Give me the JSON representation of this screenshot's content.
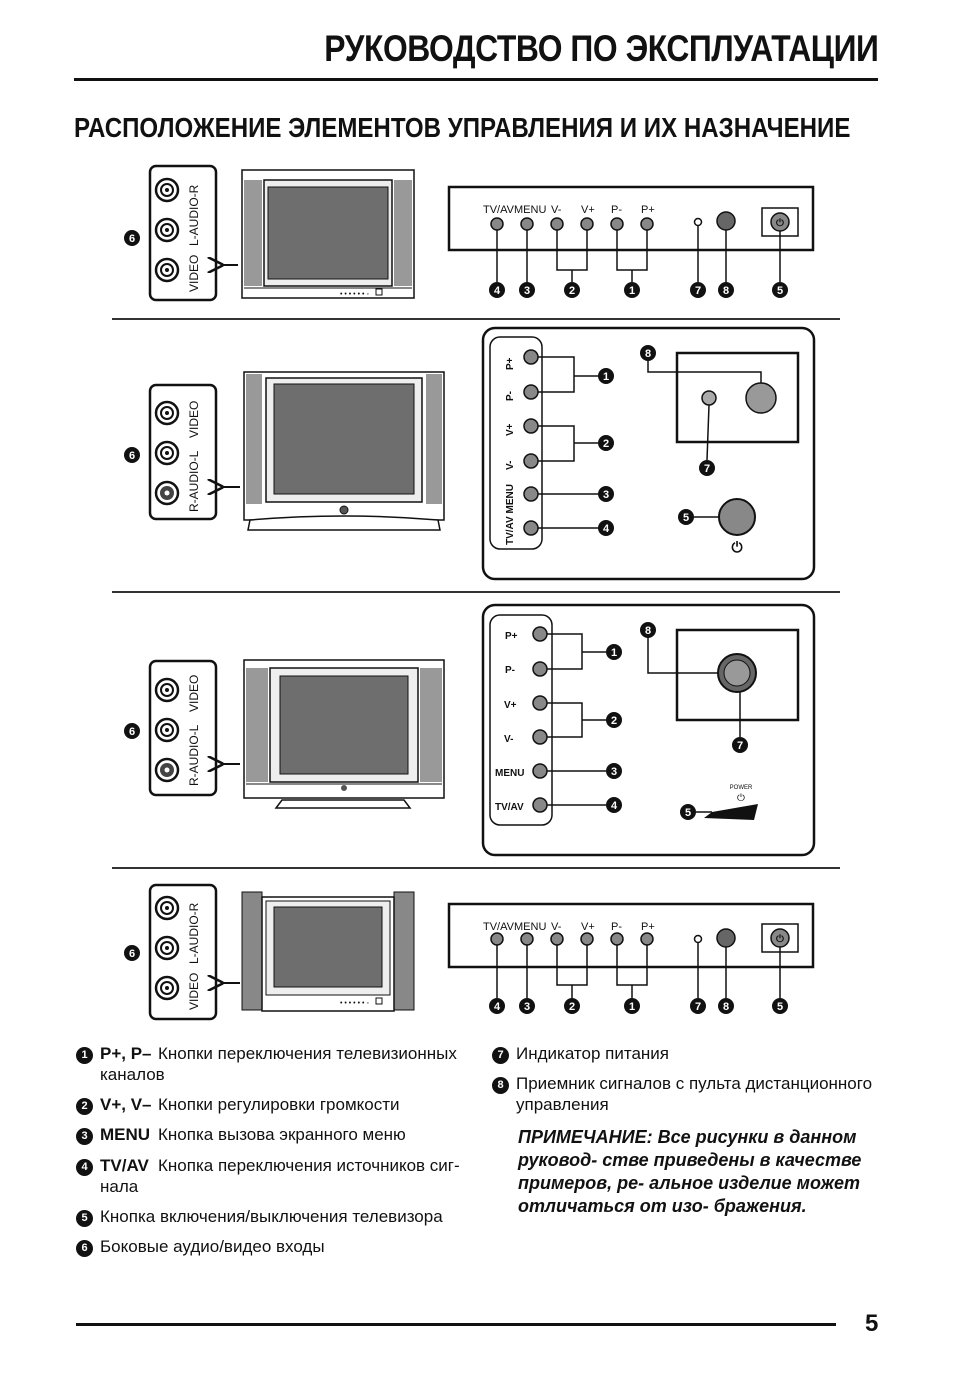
{
  "header": {
    "title": "РУКОВОДСТВО ПО ЭКСПЛУАТАЦИИ"
  },
  "section": {
    "title": "РАСПОЛОЖЕНИЕ ЭЛЕМЕНТОВ УПРАВЛЕНИЯ И ИХ НАЗНАЧЕНИЕ"
  },
  "jacks": {
    "video": "VIDEO",
    "l_audio_r": "L-AUDIO-R",
    "r_audio_l": "R-AUDIO-L"
  },
  "panel_labels": {
    "tvav": "TV/AV",
    "menu": "MENU",
    "vminus": "V-",
    "vplus": "V+",
    "pminus": "P-",
    "pplus": "P+",
    "tvav_menu": "TV/AV MENU",
    "power": "POWER"
  },
  "markers": {
    "m1": "1",
    "m2": "2",
    "m3": "3",
    "m4": "4",
    "m5": "5",
    "m6": "6",
    "m7": "7",
    "m8": "8"
  },
  "legend": {
    "items": [
      {
        "num": "1",
        "key": "P+, P–",
        "text": "Кнопки переключения телевизионных",
        "text2": "каналов"
      },
      {
        "num": "2",
        "key": "V+, V–",
        "text": "Кнопки регулировки громкости"
      },
      {
        "num": "3",
        "key": "MENU",
        "text": "Кнопка вызова экранного меню"
      },
      {
        "num": "4",
        "key": "TV/AV",
        "text": "Кнопка переключения источников сиг-",
        "text2": "нала"
      },
      {
        "num": "5",
        "text": "Кнопка включения/выключения телевизора"
      },
      {
        "num": "6",
        "text": "Боковые аудио/видео входы"
      },
      {
        "num": "7",
        "text": "Индикатор питания"
      },
      {
        "num": "8",
        "text": "Приемник сигналов с пульта дистанционного",
        "text2": "управления"
      }
    ]
  },
  "note": {
    "text": "ПРИМЕЧАНИЕ: Все рисунки в данном руковод- стве приведены в качестве примеров, ре- альное изделие может отличаться от изо- бражения."
  },
  "footer": {
    "page_number": "5"
  }
}
